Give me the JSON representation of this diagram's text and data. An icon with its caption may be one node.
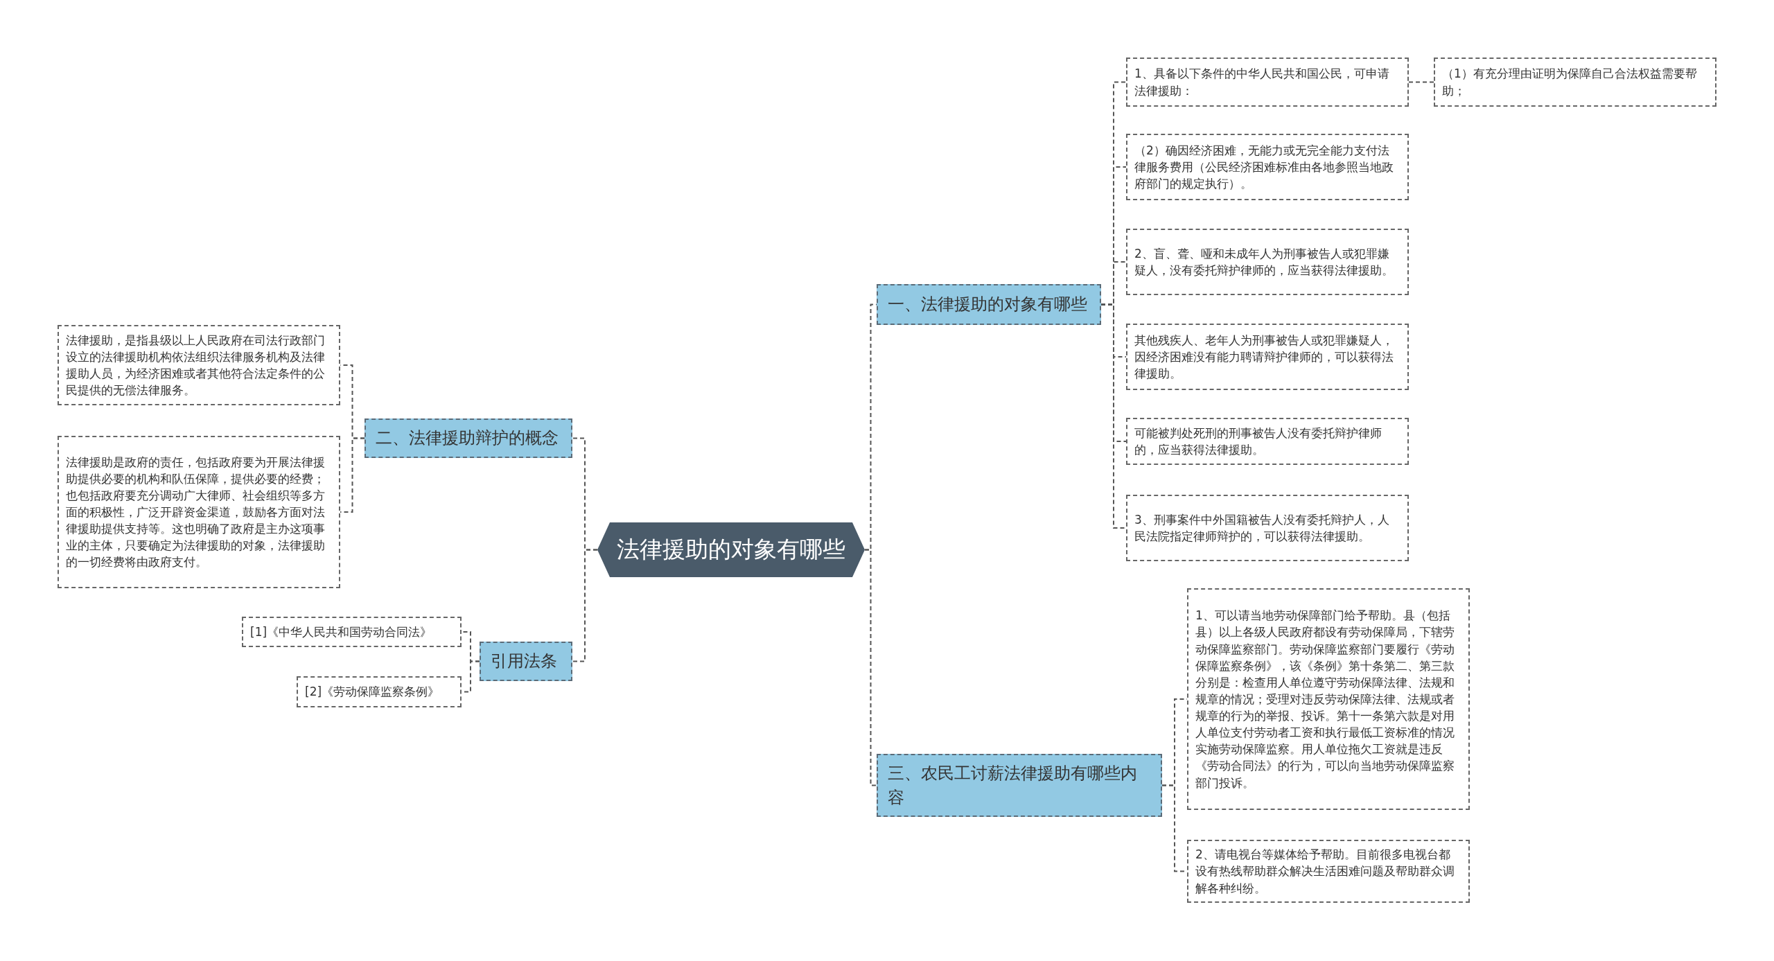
{
  "diagram": {
    "nodes": [
      {
        "text": [
          "法律援助的对象有哪些"
        ]
      },
      {
        "text": [
          "一、法律援助的对象有哪些"
        ]
      },
      {
        "text": [
          "1、具备以下条件的中华人民共和国公民，可申请法律援助："
        ]
      },
      {
        "text": [
          "（1）有充分理由证明为保障自己合法权益需要帮助；"
        ]
      },
      {
        "text": [
          "（2）确因经济困难，无能力或无完全能力支付法律服务费用（公民经济困难标准由各地参照当地政府部门的规定执行）。"
        ]
      },
      {
        "text": [
          "2、盲、聋、哑和未成年人为刑事被告人或犯罪嫌疑人，没有委托辩护律师的，应当获得法律援助。"
        ]
      },
      {
        "text": [
          "其他残疾人、老年人为刑事被告人或犯罪嫌疑人，因经济困难没有能力聘请辩护律师的，可以获得法律援助。"
        ]
      },
      {
        "text": [
          "可能被判处死刑的刑事被告人没有委托辩护律师的，应当获得法律援助。"
        ]
      },
      {
        "text": [
          "3、刑事案件中外国籍被告人没有委托辩护人，人民法院指定律师辩护的，可以获得法律援助。"
        ]
      },
      {
        "text": [
          "二、法律援助辩护的概念"
        ]
      },
      {
        "text": [
          "法律援助，是指县级以上人民政府在司法行政部门设立的法律援助机构依法组织法律服务机构及法律援助人员，为经济困难或者其他符合法定条件的公民提供的无偿法律服务。"
        ]
      },
      {
        "text": [
          "法律援助是政府的责任，包括政府要为开展法律援助提供必要的机构和队伍保障，提供必要的经费；也包括政府要充分调动广大律师、社会组织等多方面的积极性，广泛开辟资金渠道，鼓励各方面对法律援助提供支持等。这也明确了政府是主办这项事业的主体，只要确定为法律援助的对象，法律援助的一切经费将由政府支付。"
        ]
      },
      {
        "text": [
          "引用法条"
        ]
      },
      {
        "text": [
          "[1]《中华人民共和国劳动合同法》"
        ]
      },
      {
        "text": [
          "[2]《劳动保障监察条例》"
        ]
      },
      {
        "text": [
          "三、农民工讨薪法律援助有哪些内容"
        ]
      },
      {
        "text": [
          "1、可以请当地劳动保障部门给予帮助。县（包括县）以上各级人民政府都设有劳动保障局，下辖劳动保障监察部门。劳动保障监察部门要履行《劳动保障监察条例》，该《条例》第十条第二、第三款分别是：检查用人单位遵守劳动保障法律、法规和规章的情况；受理对违反劳动保障法律、法规或者规章的行为的举报、投诉。第十一条第六款是对用人单位支付劳动者工资和执行最低工资标准的情况实施劳动保障监察。用人单位拖欠工资就是违反《劳动合同法》的行为，可以向当地劳动保障监察部门投诉。"
        ]
      },
      {
        "text": [
          "2、请电视台等媒体给予帮助。目前很多电视台都设有热线帮助群众解决生活困难问题及帮助群众调解各种纠纷。"
        ]
      }
    ],
    "edges": [
      {
        "from": 0,
        "to": 1,
        "arrow": "none"
      },
      {
        "from": 1,
        "to": 2,
        "arrow": "none"
      },
      {
        "from": 2,
        "to": 3,
        "arrow": "none"
      },
      {
        "from": 1,
        "to": 4,
        "arrow": "none"
      },
      {
        "from": 1,
        "to": 5,
        "arrow": "none"
      },
      {
        "from": 1,
        "to": 6,
        "arrow": "none"
      },
      {
        "from": 1,
        "to": 7,
        "arrow": "none"
      },
      {
        "from": 1,
        "to": 8,
        "arrow": "none"
      },
      {
        "from": 0,
        "to": 9,
        "arrow": "none"
      },
      {
        "from": 9,
        "to": 10,
        "arrow": "none"
      },
      {
        "from": 9,
        "to": 11,
        "arrow": "none"
      },
      {
        "from": 0,
        "to": 12,
        "arrow": "none"
      },
      {
        "from": 12,
        "to": 13,
        "arrow": "none"
      },
      {
        "from": 12,
        "to": 14,
        "arrow": "none"
      },
      {
        "from": 0,
        "to": 15,
        "arrow": "none"
      },
      {
        "from": 15,
        "to": 16,
        "arrow": "none"
      },
      {
        "from": 15,
        "to": 17,
        "arrow": "none"
      }
    ]
  }
}
